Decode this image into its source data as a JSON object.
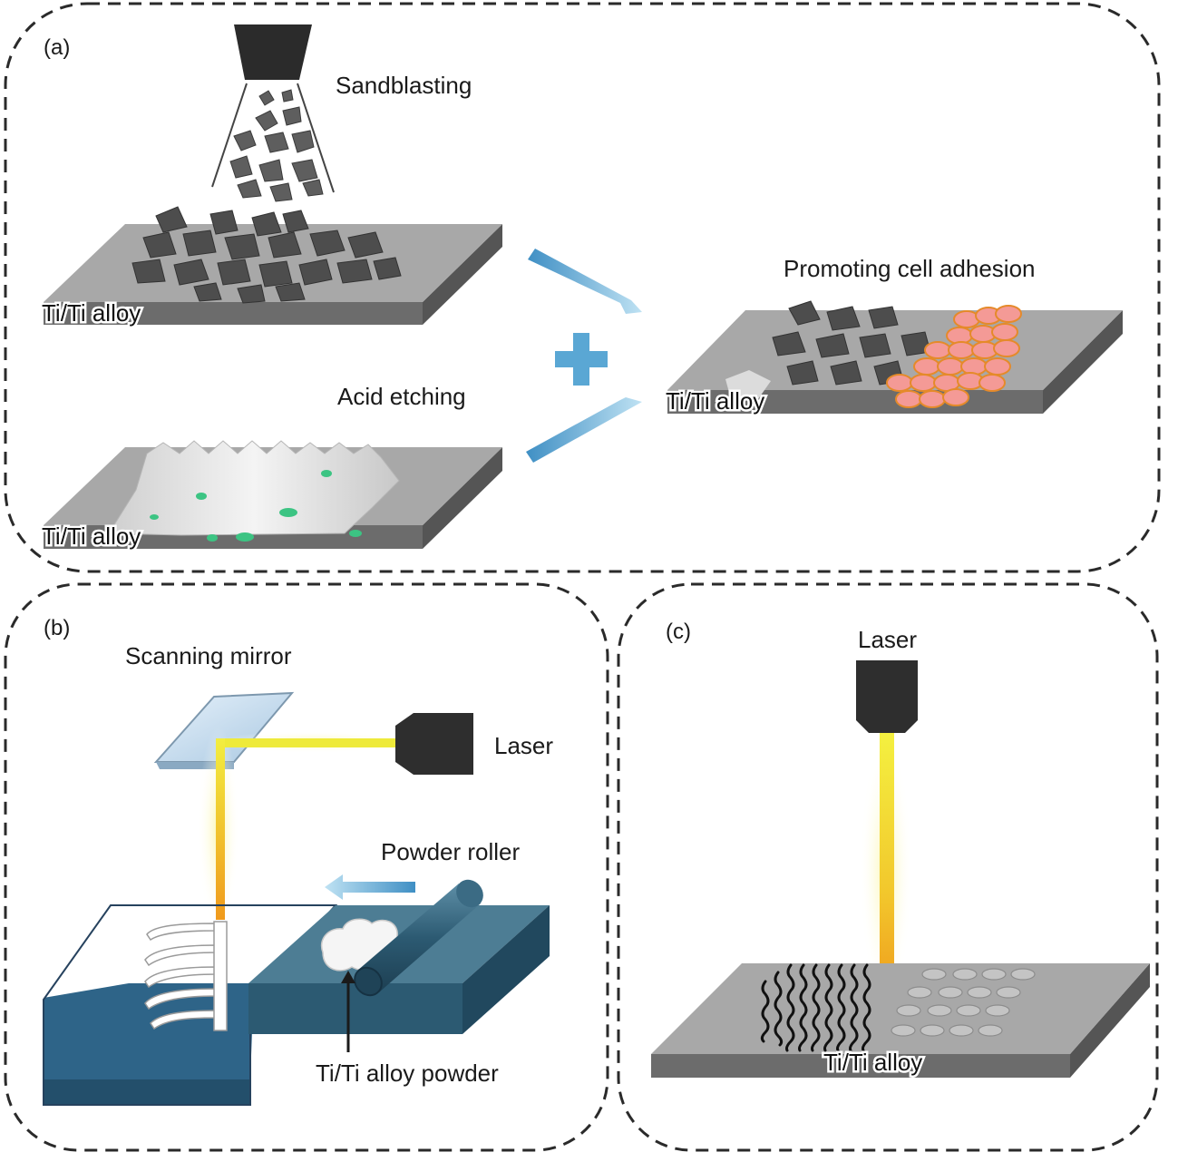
{
  "panel_a": {
    "label": "(a)",
    "sandblasting": "Sandblasting",
    "acid_etching": "Acid etching",
    "promoting": "Promoting cell adhesion",
    "alloy_top": "Ti/Ti alloy",
    "alloy_bottom": "Ti/Ti alloy",
    "alloy_right": "Ti/Ti alloy"
  },
  "panel_b": {
    "label": "(b)",
    "scanning_mirror": "Scanning mirror",
    "laser": "Laser",
    "powder_roller": "Powder roller",
    "powder": "Ti/Ti alloy powder"
  },
  "panel_c": {
    "label": "(c)",
    "laser": "Laser",
    "alloy": "Ti/Ti alloy"
  },
  "colors": {
    "plate_top": "#a6a6a6",
    "plate_side": "#6f6f6f",
    "arrow_blue": "#4f9fd0",
    "laser_yellow": "#f0ec3a",
    "laser_orange": "#f0a020",
    "cell_pink": "#f29090",
    "steel_blue": "#3e6e86"
  }
}
